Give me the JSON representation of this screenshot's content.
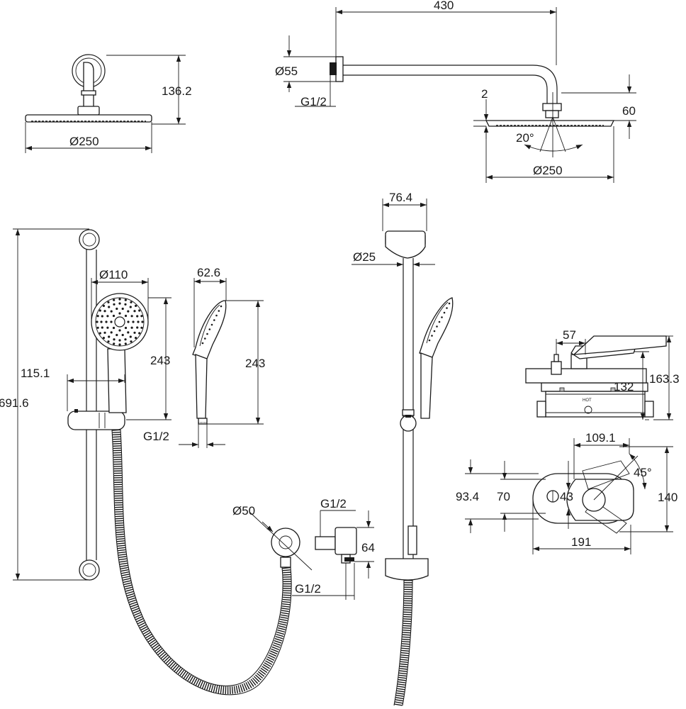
{
  "dimensions": {
    "overhead_arm_length": "430",
    "wall_flange_diameter": "Ø55",
    "arm_thread": "G1/2",
    "head_thickness": "2",
    "head_drop": "60",
    "head_tilt_angle": "20°",
    "rain_head_diameter_side": "Ø250",
    "rain_head_diameter_front": "Ø250",
    "arm_height_front": "136.2",
    "slide_head_width": "76.4",
    "rail_diameter": "Ø25",
    "rail_length": "691.6",
    "rail_offset": "115.1",
    "hand_shower_diameter": "Ø110",
    "hand_shower_depth": "62.6",
    "hand_shower_length_front": "243",
    "hand_shower_length_side": "243",
    "hand_shower_thread": "G1/2",
    "wall_outlet_diameter": "Ø50",
    "elbow_thread_top": "G1/2",
    "elbow_height": "64",
    "elbow_thread_bottom": "G1/2",
    "valve_lever_offset": "57",
    "valve_height_body": "132",
    "valve_height_total": "163.3",
    "hot_label": "HOT",
    "trim_lever_length": "109.1",
    "trim_lever_angle": "45°",
    "trim_height_outer": "93.4",
    "trim_height_inner": "70",
    "trim_hub_diameter": "43",
    "trim_plate_height": "140",
    "trim_plate_width": "191"
  }
}
